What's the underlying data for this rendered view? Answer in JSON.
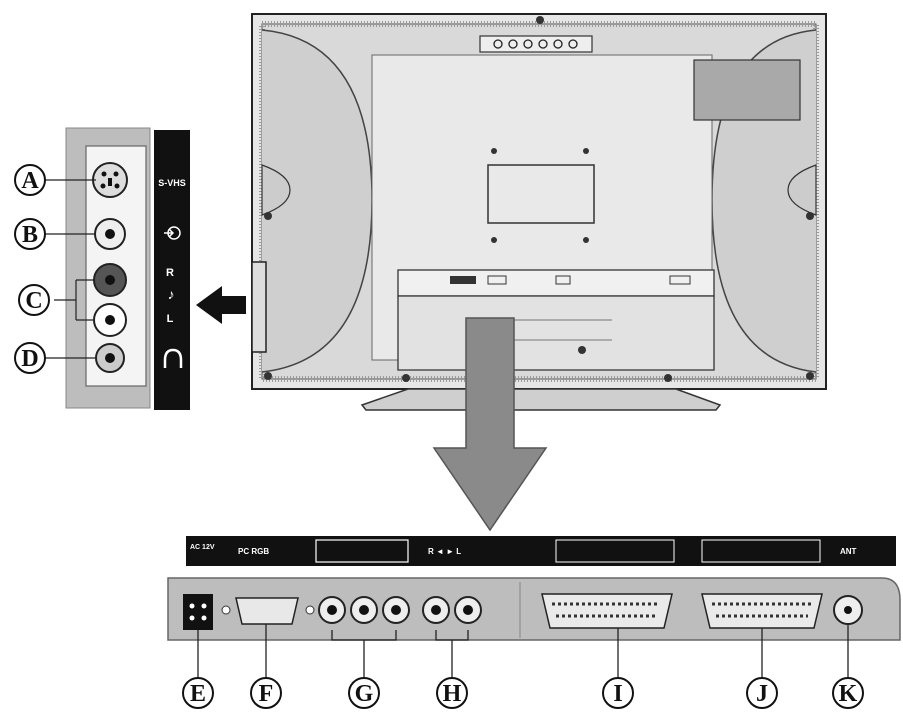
{
  "labels": {
    "A": "A",
    "B": "B",
    "C": "C",
    "D": "D",
    "E": "E",
    "F": "F",
    "G": "G",
    "H": "H",
    "I": "I",
    "J": "J",
    "K": "K"
  },
  "side_panel": {
    "svhs": "S-VHS",
    "audio_r": "R",
    "audio_l": "L"
  },
  "bottom_strip": {
    "voltage": "AC 12V",
    "pc_label": "PC RGB",
    "audio_rl": "R ◄ ► L",
    "antenna": "ANT"
  },
  "colors": {
    "panel_gray": "#bdbdbd",
    "strip_black": "#111111",
    "line": "#222222"
  }
}
